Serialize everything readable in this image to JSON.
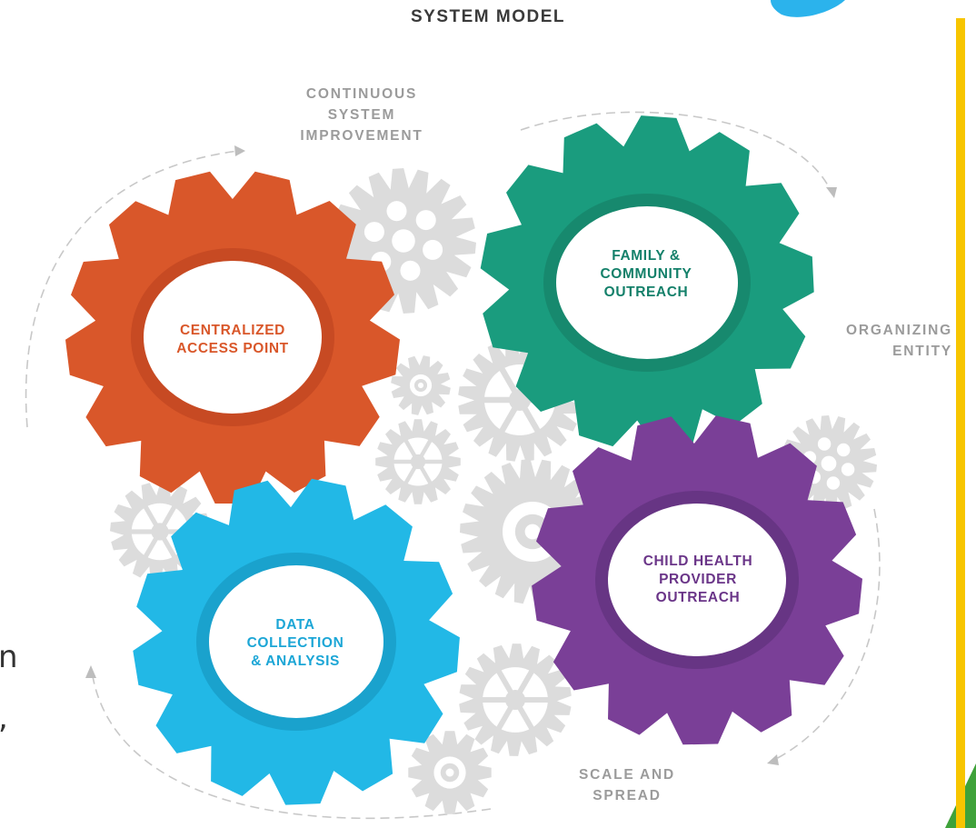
{
  "title": "SYSTEM MODEL",
  "cycle_labels": {
    "continuous_improvement": [
      "CONTINUOUS",
      "SYSTEM",
      "IMPROVEMENT"
    ],
    "organizing_entity": [
      "ORGANIZING",
      "ENTITY"
    ],
    "scale_and_spread": [
      "SCALE AND",
      "SPREAD"
    ]
  },
  "gears": [
    {
      "key": "centralized",
      "lines": [
        "CENTRALIZED",
        "ACCESS POINT"
      ],
      "color": "#d9572a",
      "ring": "#c74a23",
      "text_color": "#d9572a"
    },
    {
      "key": "family",
      "lines": [
        "FAMILY &",
        "COMMUNITY",
        "OUTREACH"
      ],
      "color": "#1a9c7e",
      "ring": "#17896e",
      "text_color": "#14806a"
    },
    {
      "key": "data",
      "lines": [
        "DATA",
        "COLLECTION",
        "& ANALYSIS"
      ],
      "color": "#22b8e6",
      "ring": "#1aa2cd",
      "text_color": "#1ca6d6"
    },
    {
      "key": "child",
      "lines": [
        "CHILD HEALTH",
        "PROVIDER",
        "OUTREACH"
      ],
      "color": "#7a3f97",
      "ring": "#673584",
      "text_color": "#6a3588"
    }
  ],
  "background_gear_color": "#dcdcdc",
  "page_fragments": [
    "n",
    ","
  ],
  "border_colors": {
    "yellow": "#f7c500",
    "green": "#3fa23a",
    "blue": "#2bb3ec"
  }
}
